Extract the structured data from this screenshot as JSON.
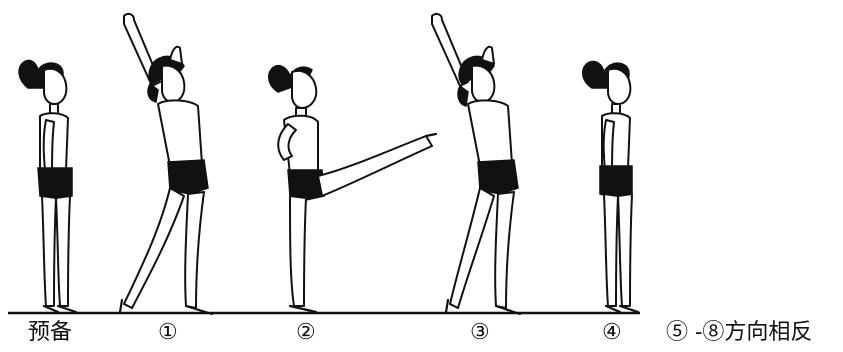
{
  "labels": {
    "prep": "预备",
    "step1": "①",
    "step2": "②",
    "step3": "③",
    "step4": "④",
    "rest": "⑤ -⑧方向相反"
  }
}
